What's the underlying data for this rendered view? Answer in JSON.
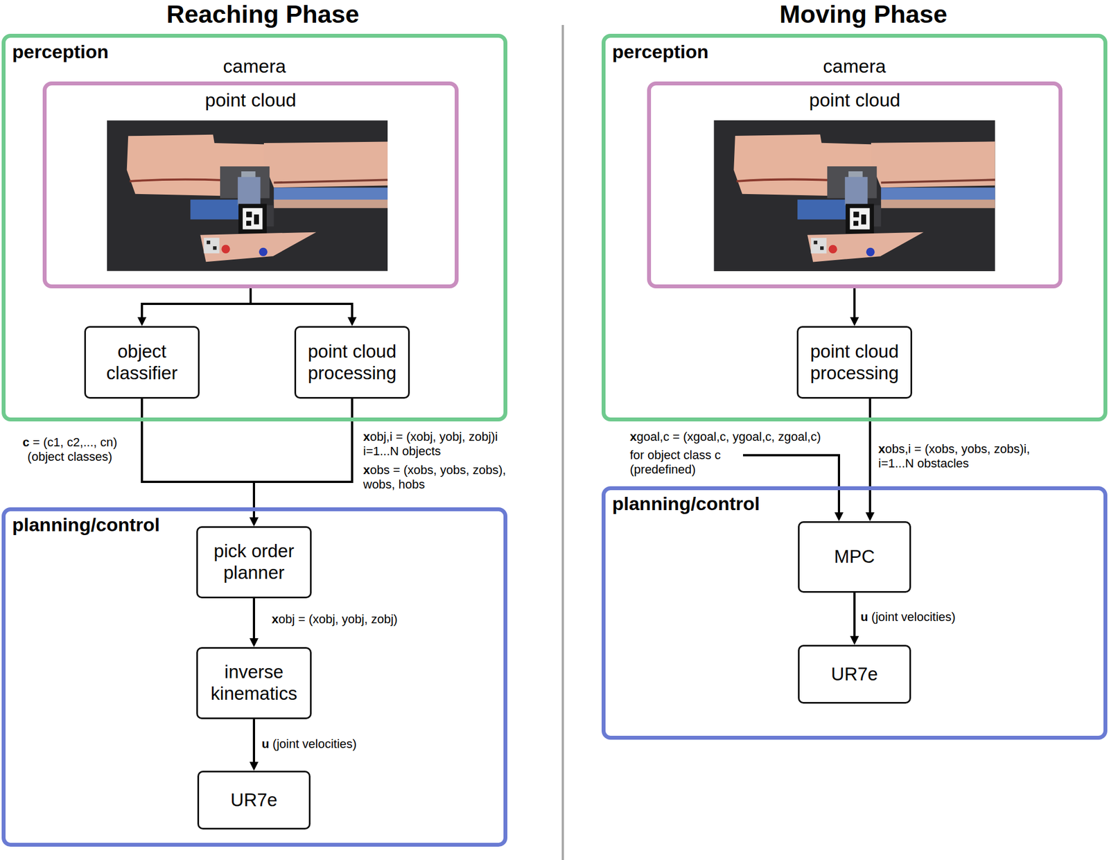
{
  "diagram": {
    "nodes": [
      {
        "text": [
          "perception",
          "camera"
        ]
      },
      {
        "text": [
          "point cloud"
        ],
        "in": 0
      },
      {
        "text": [
          "object classifier"
        ],
        "in": 0
      },
      {
        "text": [
          "point cloud processing"
        ],
        "in": 0
      },
      {
        "text": [
          "planning/control"
        ]
      },
      {
        "text": [
          "pick order planner"
        ],
        "in": 4
      },
      {
        "text": [
          "inverse kinematics"
        ],
        "in": 4
      },
      {
        "text": [
          "UR7e"
        ],
        "in": 4
      },
      {
        "text": [
          "perception",
          "camera"
        ]
      },
      {
        "text": [
          "point cloud"
        ],
        "in": 8
      },
      {
        "text": [
          "point cloud processing"
        ],
        "in": 8
      },
      {
        "text": [
          "planning/control"
        ]
      },
      {
        "text": [
          "MPC"
        ],
        "in": 11
      },
      {
        "text": [
          "UR7e"
        ],
        "in": 11
      }
    ],
    "edges": [
      {
        "from": 1,
        "to": 2,
        "arrow": "to"
      },
      {
        "from": 1,
        "to": 3,
        "arrow": "to"
      },
      {
        "from": 2,
        "to": 5,
        "arrow": "to",
        "label": "c = (c1, c2,..., cn) (object classes)"
      },
      {
        "from": 3,
        "to": 5,
        "arrow": "to",
        "label": "xobj,i = (xobj, yobj, zobj)i i=1...N objects"
      },
      {
        "from": 5,
        "to": 6,
        "arrow": "to",
        "label": "xobj = (xobj, yobj, zobj)"
      },
      {
        "from": 6,
        "to": 7,
        "arrow": "to",
        "label": "u (joint velocities)"
      },
      {
        "from": 9,
        "to": 10,
        "arrow": "to"
      },
      {
        "from": 10,
        "to": 12,
        "arrow": "to",
        "label": "xobs,i = (xobs, yobs, zobs)i, i=1...N obstacles"
      },
      {
        "from": 12,
        "to": 13,
        "arrow": "to",
        "label": "u (joint velocities)"
      }
    ],
    "labels": [
      "Reaching Phase",
      "Moving Phase",
      "xobs = (xobs, yobs, zobs), wobs, hobs",
      "xgoal,c = (xgoal,c, ygoal,c, zgoal,c)",
      "for object class c (predefined)"
    ]
  }
}
